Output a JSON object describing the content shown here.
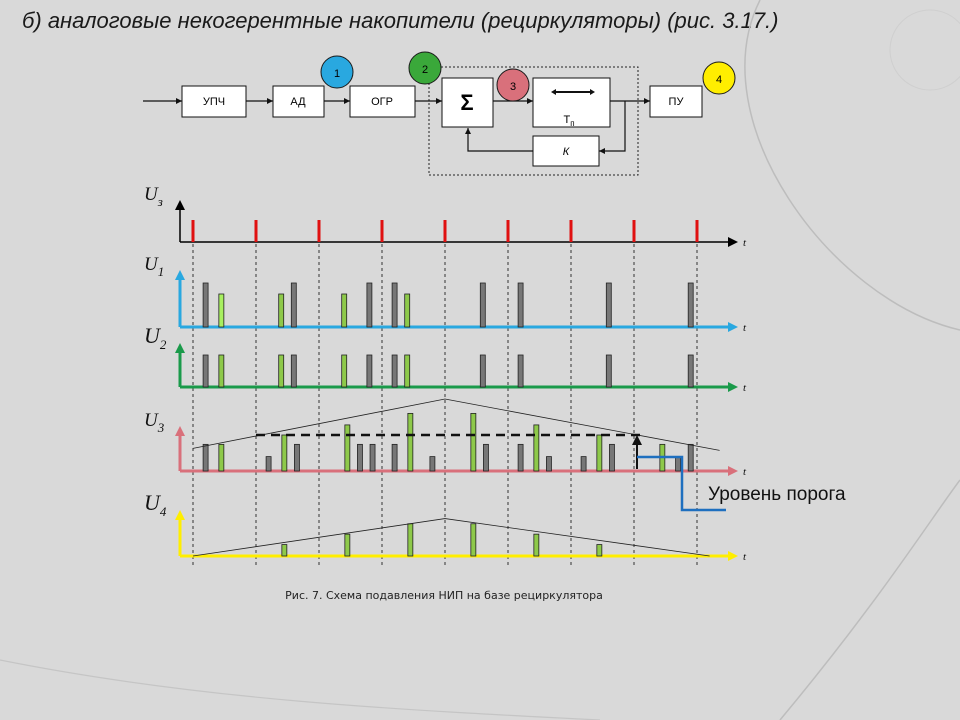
{
  "slide": {
    "title": "б) аналоговые некогерентные накопители (рециркуляторы) (рис. 3.17.)"
  },
  "block_diagram": {
    "blocks": {
      "upch": "УПЧ",
      "ad": "АД",
      "ogr": "ОГР",
      "sum": "Σ",
      "delay_sub": "п",
      "delay_label": "T",
      "k": "К",
      "pu": "ПУ"
    },
    "markers": [
      "1",
      "2",
      "3",
      "4"
    ],
    "marker_colors": [
      "#29a8e0",
      "#3aa83a",
      "#d9707b",
      "#ffee00"
    ]
  },
  "timing": {
    "axes": [
      {
        "label": "U",
        "sub": "з",
        "t": "t",
        "color": "#000000"
      },
      {
        "label": "U",
        "sub": "1",
        "t": "t",
        "color": "#29a8e0"
      },
      {
        "label": "U",
        "sub": "2",
        "t": "t",
        "color": "#1a9a4a"
      },
      {
        "label": "U",
        "sub": "3",
        "t": "t",
        "color": "#d9707b"
      },
      {
        "label": "U",
        "sub": "4",
        "t": "t",
        "color": "#ffee00"
      }
    ],
    "threshold_label": "Уровень порога",
    "caption": "Рис. 7. Схема подавления НИП на базе рециркулятора",
    "colors": {
      "gate": "#e01010",
      "signal": "#8ec94a",
      "noise": "#777777",
      "threshold_line": "#1e6fbf"
    },
    "gate_times": [
      1,
      2,
      3,
      4,
      5,
      6,
      7,
      8,
      9
    ],
    "u1_pulses": [
      {
        "t": 1.2,
        "h": 1.0,
        "kind": "noise"
      },
      {
        "t": 1.45,
        "h": 0.75,
        "kind": "signal_bright"
      },
      {
        "t": 2.4,
        "h": 0.75,
        "kind": "signal"
      },
      {
        "t": 2.6,
        "h": 1.0,
        "kind": "noise"
      },
      {
        "t": 3.4,
        "h": 0.75,
        "kind": "signal"
      },
      {
        "t": 3.8,
        "h": 1.0,
        "kind": "noise"
      },
      {
        "t": 4.2,
        "h": 1.0,
        "kind": "noise"
      },
      {
        "t": 4.4,
        "h": 0.75,
        "kind": "signal"
      },
      {
        "t": 5.6,
        "h": 1.0,
        "kind": "noise"
      },
      {
        "t": 6.2,
        "h": 1.0,
        "kind": "noise"
      },
      {
        "t": 7.6,
        "h": 1.0,
        "kind": "noise"
      },
      {
        "t": 8.9,
        "h": 1.0,
        "kind": "noise"
      }
    ],
    "u2_pulses": [
      {
        "t": 1.2,
        "h": 1.0,
        "kind": "noise"
      },
      {
        "t": 1.45,
        "h": 1.0,
        "kind": "signal"
      },
      {
        "t": 2.4,
        "h": 1.0,
        "kind": "signal"
      },
      {
        "t": 2.6,
        "h": 1.0,
        "kind": "noise"
      },
      {
        "t": 3.4,
        "h": 1.0,
        "kind": "signal"
      },
      {
        "t": 3.8,
        "h": 1.0,
        "kind": "noise"
      },
      {
        "t": 4.2,
        "h": 1.0,
        "kind": "noise"
      },
      {
        "t": 4.4,
        "h": 1.0,
        "kind": "signal"
      },
      {
        "t": 5.6,
        "h": 1.0,
        "kind": "noise"
      },
      {
        "t": 6.2,
        "h": 1.0,
        "kind": "noise"
      },
      {
        "t": 7.6,
        "h": 1.0,
        "kind": "noise"
      },
      {
        "t": 8.9,
        "h": 1.0,
        "kind": "noise"
      }
    ],
    "u3_pulses": [
      {
        "t": 1.2,
        "h": 0.37,
        "kind": "noise"
      },
      {
        "t": 1.45,
        "h": 0.37,
        "kind": "signal"
      },
      {
        "t": 2.2,
        "h": 0.2,
        "kind": "noise"
      },
      {
        "t": 2.45,
        "h": 0.5,
        "kind": "signal"
      },
      {
        "t": 2.65,
        "h": 0.37,
        "kind": "noise"
      },
      {
        "t": 3.45,
        "h": 0.64,
        "kind": "signal"
      },
      {
        "t": 3.65,
        "h": 0.37,
        "kind": "noise"
      },
      {
        "t": 3.85,
        "h": 0.37,
        "kind": "noise"
      },
      {
        "t": 4.2,
        "h": 0.37,
        "kind": "noise"
      },
      {
        "t": 4.45,
        "h": 0.8,
        "kind": "signal"
      },
      {
        "t": 4.8,
        "h": 0.2,
        "kind": "noise"
      },
      {
        "t": 5.45,
        "h": 0.8,
        "kind": "signal"
      },
      {
        "t": 5.65,
        "h": 0.37,
        "kind": "noise"
      },
      {
        "t": 6.2,
        "h": 0.37,
        "kind": "noise"
      },
      {
        "t": 6.45,
        "h": 0.64,
        "kind": "signal"
      },
      {
        "t": 6.65,
        "h": 0.2,
        "kind": "noise"
      },
      {
        "t": 7.2,
        "h": 0.2,
        "kind": "noise"
      },
      {
        "t": 7.45,
        "h": 0.5,
        "kind": "signal"
      },
      {
        "t": 7.65,
        "h": 0.37,
        "kind": "noise"
      },
      {
        "t": 8.45,
        "h": 0.37,
        "kind": "signal"
      },
      {
        "t": 8.7,
        "h": 0.2,
        "kind": "noise"
      },
      {
        "t": 8.9,
        "h": 0.37,
        "kind": "noise"
      }
    ],
    "u4_pulses": [
      {
        "t": 2.45,
        "h": 0.22,
        "kind": "signal"
      },
      {
        "t": 3.45,
        "h": 0.42,
        "kind": "signal"
      },
      {
        "t": 4.45,
        "h": 0.62,
        "kind": "signal"
      },
      {
        "t": 5.45,
        "h": 0.62,
        "kind": "signal"
      },
      {
        "t": 6.45,
        "h": 0.42,
        "kind": "signal"
      },
      {
        "t": 7.45,
        "h": 0.22,
        "kind": "signal"
      }
    ],
    "envelope": {
      "start": 1.0,
      "peak": 5.0,
      "end": 9.2,
      "u3_start": 0.37,
      "u3_peak": 1.0,
      "u3_end": 0.37,
      "u4_start": 0.0,
      "u4_peak": 0.72,
      "u4_end": 0.0
    },
    "threshold": {
      "u3_level": 0.5
    }
  }
}
